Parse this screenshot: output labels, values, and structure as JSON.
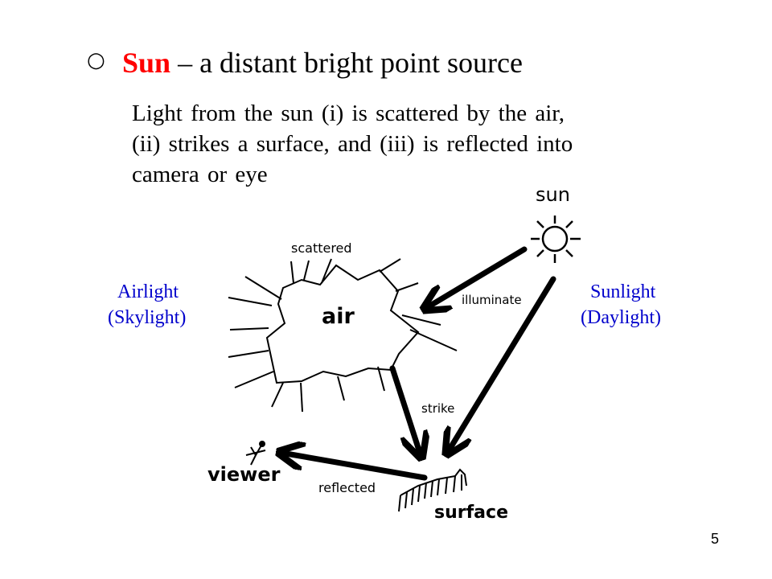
{
  "slide": {
    "bullet_glyph": "○",
    "heading_accent": "Sun",
    "heading_rest": " – a distant bright point source",
    "body_lines": [
      "Light from the sun (i) is scattered by the air,",
      "(ii) strikes a surface, and (iii) is reflected into",
      "camera or eye"
    ],
    "page_number": "5"
  },
  "labels": {
    "airlight": [
      "Airlight",
      "(Skylight)"
    ],
    "sunlight": [
      "Sunlight",
      "(Daylight)"
    ]
  },
  "diagram": {
    "sun": "sun",
    "scattered": "scattered",
    "air": "air",
    "illuminate": "illuminate",
    "strike": "strike",
    "viewer": "viewer",
    "reflected": "reflected",
    "surface": "surface"
  },
  "colors": {
    "accent": "#ff0000",
    "label_blue": "#0000cc",
    "text": "#000000"
  }
}
